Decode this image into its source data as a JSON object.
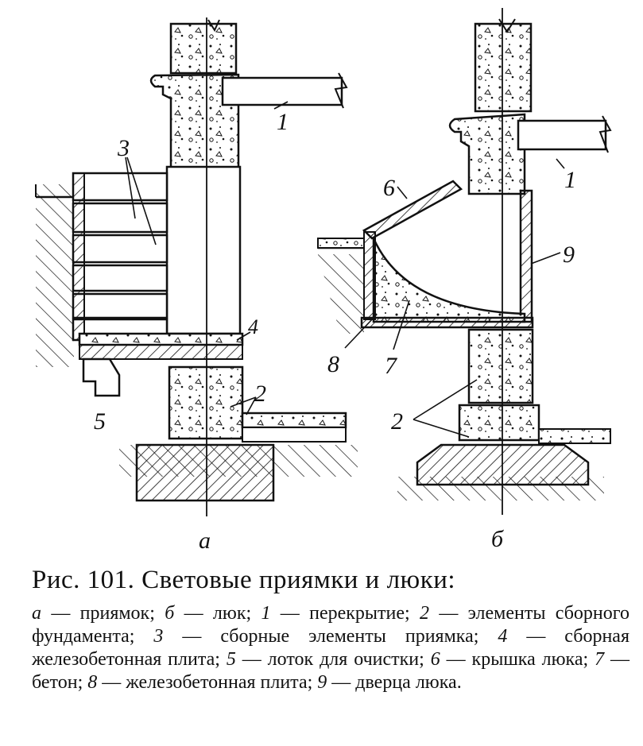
{
  "figure": {
    "part_labels": {
      "a": "а",
      "b": "б"
    },
    "callouts_a": [
      "1",
      "2",
      "3",
      "4",
      "5"
    ],
    "callouts_b": [
      "1",
      "2",
      "6",
      "7",
      "8",
      "9"
    ]
  },
  "caption": {
    "title": "Рис. 101.  Световые приямки и люки:",
    "legend": [
      {
        "key": "а",
        "text": " — приямок; "
      },
      {
        "key": "б",
        "text": " — люк; "
      },
      {
        "key": "1",
        "text": " — перекрытие; "
      },
      {
        "key": "2",
        "text": " — элементы сборного фундамента; "
      },
      {
        "key": "3",
        "text": " — сборные элементы приямка; "
      },
      {
        "key": "4",
        "text": " — сборная железобетонная плита; "
      },
      {
        "key": "5",
        "text": " — лоток для очистки; "
      },
      {
        "key": "6",
        "text": " — крышка люка; "
      },
      {
        "key": "7",
        "text": " — бетон; "
      },
      {
        "key": "8",
        "text": " — железобетонная плита; "
      },
      {
        "key": "9",
        "text": " — дверца люка."
      }
    ]
  }
}
